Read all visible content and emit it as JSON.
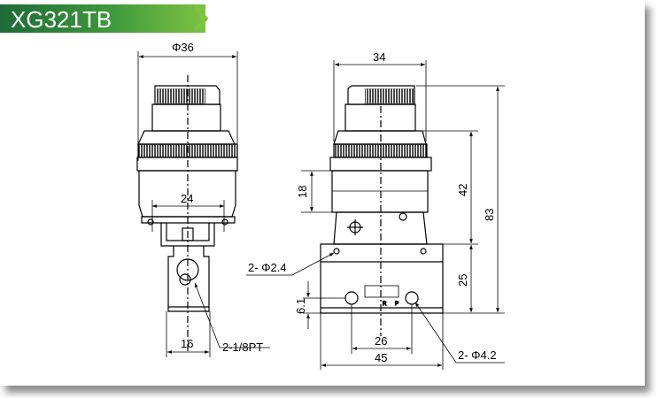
{
  "header": {
    "title": "XG321TB",
    "accent": "#3f9a3c"
  },
  "left_view": {
    "dim_diameter": "Φ36",
    "dim_mount": "24",
    "dim_base": "16",
    "port_label": "2-1/8PT"
  },
  "right_view": {
    "dim_width_top": "34",
    "dim_body": "18",
    "dim_upper": "42",
    "dim_block": "25",
    "dim_total": "83",
    "dim_hole_offset": "6.1",
    "dim_hole_pitch": "26",
    "dim_base_width": "45",
    "small_hole_label": "2- Φ2.4",
    "large_hole_label": "2- Φ4.2",
    "port_r": "R",
    "port_p": "P"
  }
}
